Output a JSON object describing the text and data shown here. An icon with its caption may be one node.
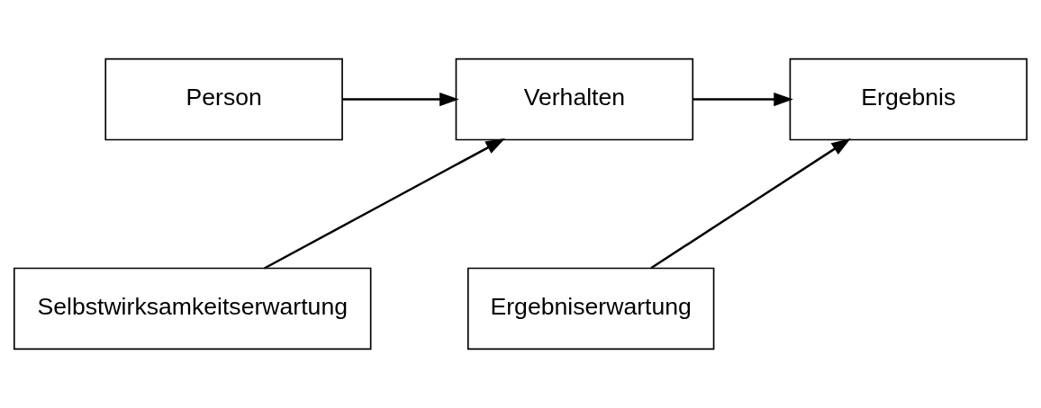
{
  "diagram": {
    "nodes": [
      {
        "text": [
          "Person"
        ]
      },
      {
        "text": [
          "Verhalten"
        ]
      },
      {
        "text": [
          "Ergebnis"
        ]
      },
      {
        "text": [
          "Selbstwirksamkeitserwartung"
        ]
      },
      {
        "text": [
          "Ergebniserwartung"
        ]
      }
    ],
    "edges": [
      {
        "from": 0,
        "to": 1,
        "arrow": "to"
      },
      {
        "from": 3,
        "to": 1,
        "arrow": "to"
      },
      {
        "from": 1,
        "to": 2,
        "arrow": "to"
      },
      {
        "from": 4,
        "to": 2,
        "arrow": "to"
      }
    ]
  }
}
